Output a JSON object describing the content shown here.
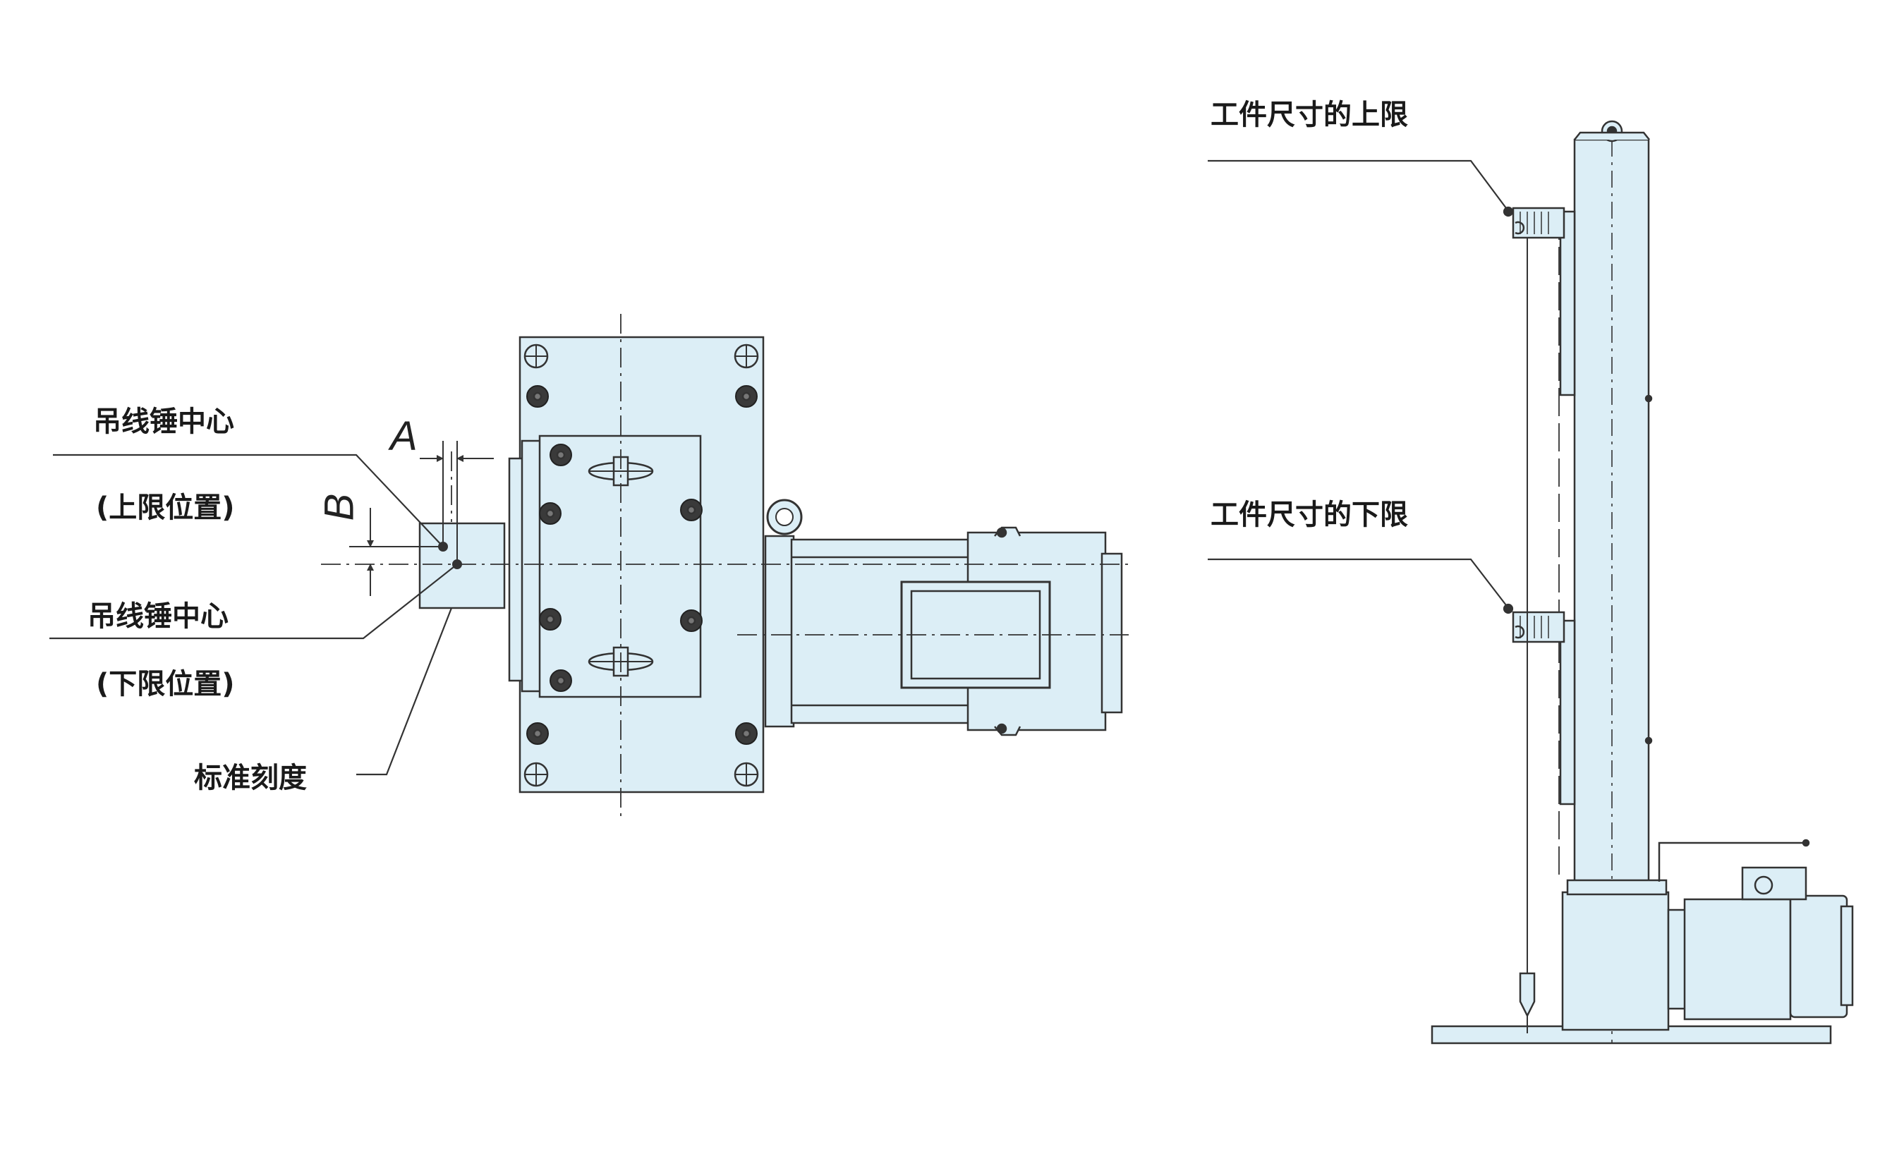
{
  "labels": {
    "plumb_center_1": "吊线锤中心",
    "upper_position": "(上限位置)",
    "plumb_center_2": "吊线锤中心",
    "lower_position": "(下限位置)",
    "standard_scale": "标准刻度",
    "workpiece_upper_limit": "工件尺寸的上限",
    "workpiece_lower_limit": "工件尺寸的下限"
  },
  "dimensions": {
    "a": "A",
    "b": "B"
  },
  "colors": {
    "fill": "#dceef6",
    "line": "#333333",
    "text": "#1a1a1a"
  }
}
